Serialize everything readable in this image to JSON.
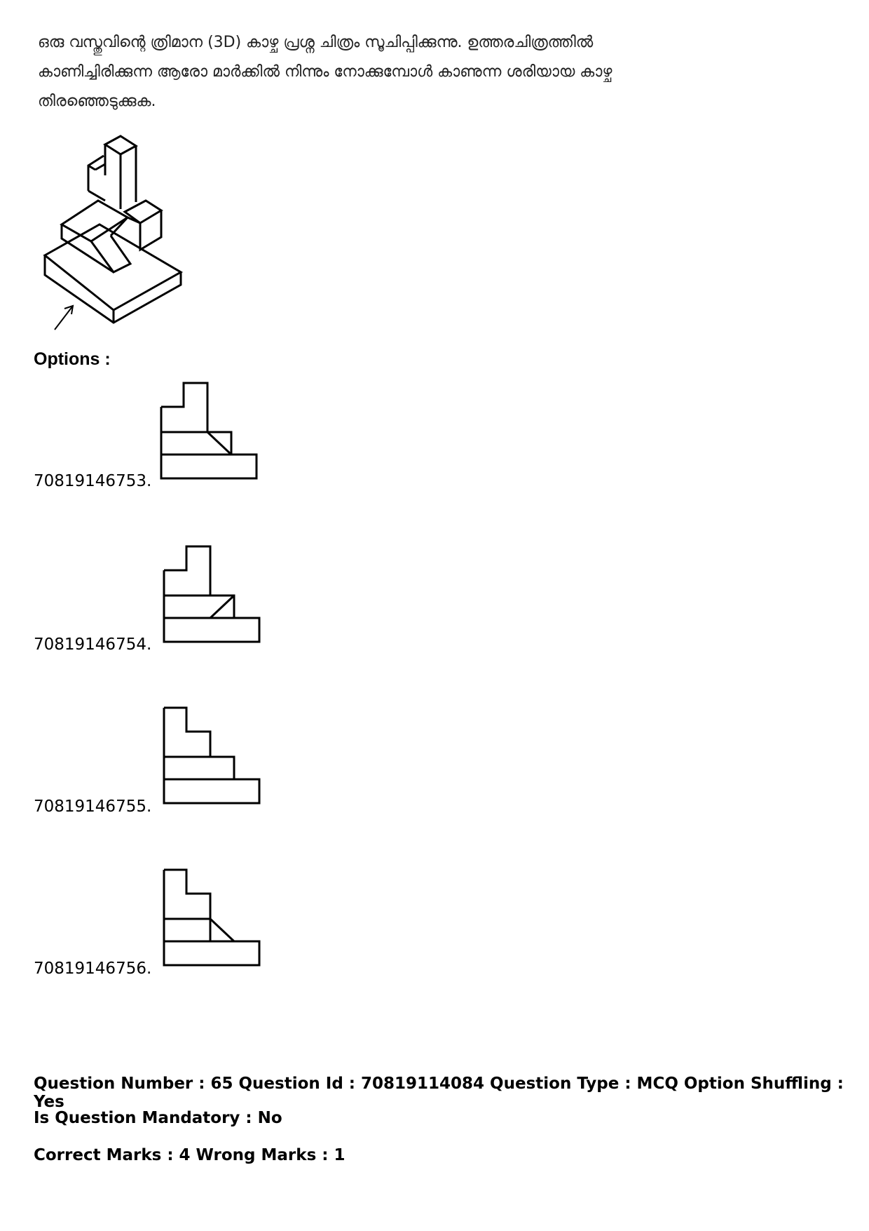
{
  "question": {
    "lines": [
      "ഒരു വസ്തുവിന്റെ ത്രിമാന (3D) കാഴ്ച പ്രശ്ന ചിത്രം സൂചിപ്പിക്കുന്നു. ഉത്തരചിത്രത്തിൽ",
      "കാണിച്ചിരിക്കുന്ന ആരോ മാർക്കിൽ നിന്നും നോക്കുമ്പോൾ കാണുന്ന ശരിയായ കാഴ്ച",
      "തിരഞ്ഞെടുക്കുക."
    ]
  },
  "options_heading": "Options :",
  "options": [
    {
      "label": "70819146753."
    },
    {
      "label": "70819146754."
    },
    {
      "label": "70819146755."
    },
    {
      "label": "70819146756."
    }
  ],
  "meta": {
    "line1": "Question Number : 65 Question Id : 70819114084 Question Type : MCQ Option Shuffling : Yes",
    "line2": "Is Question Mandatory : No",
    "line3": "Correct Marks : 4 Wrong Marks : 1"
  }
}
